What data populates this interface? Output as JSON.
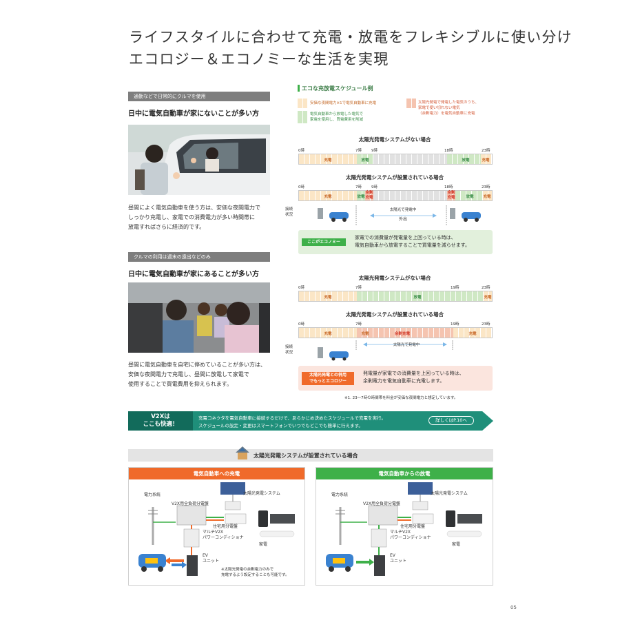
{
  "title": {
    "line1": "ライフスタイルに合わせて充電・放電をフレキシブルに使い分け",
    "line2": "エコロジー＆エコノミーな生活を実現"
  },
  "left": {
    "case1": {
      "category": "通勤などで日常的にクルマを使用",
      "heading": "日中に電気自動車が家にないことが多い方",
      "body": [
        "昼間によく電気自動車を使う方は、安価な夜間電力で",
        "しっかり充電し、家電での消費電力が多い時間帯に",
        "放電すればさらに経済的です。"
      ]
    },
    "case2": {
      "category": "クルマの利用は週末の遠出などのみ",
      "heading": "日中に電気自動車が家にあることが多い方",
      "body": [
        "昼間に電気自動車を自宅に停めていることが多い方は、",
        "安価な夜間電力で充電し、昼間に放電して家電で",
        "使用することで買電費用を抑えられます。"
      ]
    }
  },
  "schedule": {
    "heading": "エコな充放電スケジュール例",
    "legend": {
      "orange": [
        "安価な夜間電力※1で電気自動車に充電"
      ],
      "green": [
        "電気自動車から放電した電気で",
        "家電を使用し、買電費用を削減"
      ],
      "salmon": [
        "太陽光発電で発電した電気のうち、",
        "家電で使い切れない電気",
        "（余剰電力）を電気自動車に充電"
      ]
    },
    "no_solar": "太陽光発電システムがない場合",
    "with_solar": "太陽光発電システムが設置されている場合",
    "ticks1": [
      "0時",
      "7時",
      "9時",
      "18時",
      "23時"
    ],
    "ticks2": [
      "0時",
      "7時",
      "19時",
      "23時"
    ],
    "lbl_charge": "充電",
    "lbl_discharge": "放電",
    "lbl_surplus": "余剰充電",
    "lbl_surplus_v": "余剰\n充電",
    "connect_label": "接続\n状況",
    "solar_generating": "太陽光で発電中",
    "outing": "外出",
    "economy_tag": "ここがエコノミー",
    "economy_text": [
      "家電での消費量が発電量を上回っている時は、",
      "電気自動車から放電することで買電量を減らせます。"
    ],
    "ecology_tag": "太陽光発電との併用\nでもっとエコロジー",
    "ecology_text": [
      "発電量が家電での消費量を上回っている時は、",
      "余剰電力を電気自動車に充電します。"
    ],
    "footnote": "※1. 23〜7時の時間帯を料金が安価な夜間電力と想定しています。"
  },
  "banner": {
    "badge": "V2Xは\nここも快適！",
    "text1": "充電コネクタを電気自動車に接続するだけで、あらかじめ決めたスケジュールで充電を実行。",
    "text2": "スケジュールの設定・変更はスマートフォンでいつでもどこでも簡単に行えます。",
    "link": "詳しくはP.10へ"
  },
  "system": {
    "heading": "太陽光発電システムが設置されている場合",
    "charge_title": "電気自動車への充電",
    "discharge_title": "電気自動車からの放電",
    "power_line": "電力系統",
    "panel": "V2X用全負荷分電盤",
    "solar": "太陽光発電システム",
    "house_panel": "住宅用分電盤",
    "conditioner": "マルチV2X\nパワーコンディショナ",
    "appliances": "家電",
    "ev_unit": "EV\nユニット",
    "note": "※太陽光発電の余剰電力のみで\n充電するよう設定することも可能です。"
  },
  "page_number": "05",
  "colors": {
    "teal": "#1f8f7a",
    "green": "#3eb049",
    "orange": "#f06a2a",
    "cat_gray": "#7e7e7e"
  }
}
